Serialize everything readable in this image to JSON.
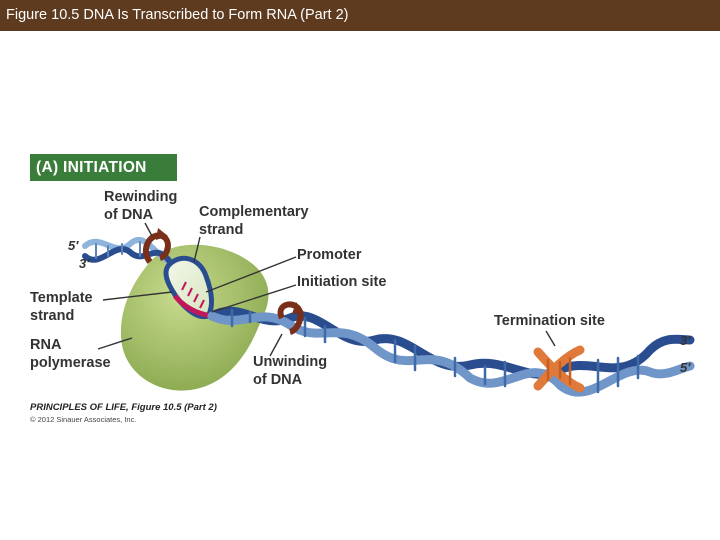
{
  "header": {
    "title": "Figure 10.5  DNA Is Transcribed to Form RNA (Part 2)"
  },
  "panel": {
    "tag": "(A)  INITIATION"
  },
  "labels": {
    "rewinding": "Rewinding\nof DNA",
    "complementary": "Complementary\nstrand",
    "promoter": "Promoter",
    "initiation_site": "Initiation site",
    "template": "Template\nstrand",
    "rna_pol": "RNA\npolymerase",
    "unwinding": "Unwinding\nof DNA",
    "termination": "Termination site"
  },
  "strand_ends": {
    "left_top": "5′",
    "left_bottom": "3′",
    "right_top": "3′",
    "right_bottom": "5′"
  },
  "credit": {
    "line1": "PRINCIPLES OF LIFE, Figure 10.5 (Part 2)",
    "line2": "© 2012 Sinauer Associates, Inc."
  },
  "colors": {
    "title_bar": "#5e3a1e",
    "panel_tag": "#3a7d3a",
    "dna_blue": "#2a4d8f",
    "dna_light": "#8fb4dc",
    "polymerase": "#a9c46c",
    "termination": "#e07a3a",
    "rewind_arrow": "#7a2f1a",
    "rna_strand": "#c2185b"
  }
}
